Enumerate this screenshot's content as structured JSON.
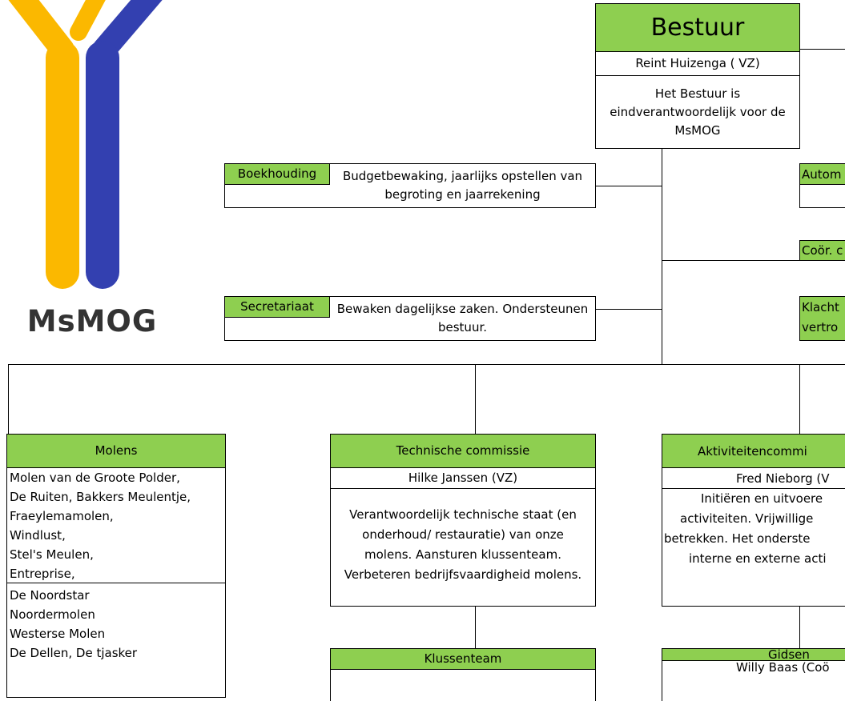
{
  "logo": {
    "text": "MsMOG",
    "colors": {
      "yellow": "#fbb800",
      "blue": "#3340b0"
    }
  },
  "colors": {
    "accent_green": "#8ecf50",
    "line": "#000000"
  },
  "board": {
    "title": "Bestuur",
    "chair": "Reint Huizenga ( VZ)",
    "description": "Het Bestuur is eindverantwoordelijk voor de MsMOG"
  },
  "left_units": [
    {
      "name": "Boekhouding",
      "description": "Budgetbewaking, jaarlijks opstellen van begroting en jaarrekening"
    },
    {
      "name": "Secretariaat",
      "description": "Bewaken dagelijkse zaken. Ondersteunen bestuur."
    }
  ],
  "right_units": [
    {
      "name": "Autom"
    },
    {
      "name": "Coör. c"
    },
    {
      "name": "Klacht",
      "line2": "vertro"
    }
  ],
  "molens": {
    "title": "Molens",
    "items": [
      "Molen van de Groote Polder,",
      "De Ruiten, Bakkers Meulentje,",
      "Fraeylemamolen,",
      "Windlust,",
      "Stel's Meulen,",
      "Entreprise,"
    ],
    "items2": [
      "De Noordstar",
      "Noordermolen",
      "Westerse Molen",
      "De Dellen, De tjasker"
    ]
  },
  "technische": {
    "title": "Technische commissie",
    "chair": "Hilke Janssen (VZ)",
    "description": "Verantwoordelijk technische staat (en onderhoud/ restauratie) van onze molens. Aansturen klussenteam. Verbeteren bedrijfsvaardigheid molens."
  },
  "klussenteam": {
    "title": "Klussenteam"
  },
  "aktiviteiten": {
    "title": "Aktiviteitencommi",
    "chair": "Fred Nieborg (V",
    "lines": [
      "Initiëren en uitvoere",
      "activiteiten. Vrijwillige",
      "betrekken. Het onderste",
      "interne en externe acti"
    ]
  },
  "gidsen": {
    "title": "Gidsen",
    "coordinator": "Willy Baas (Coö"
  }
}
